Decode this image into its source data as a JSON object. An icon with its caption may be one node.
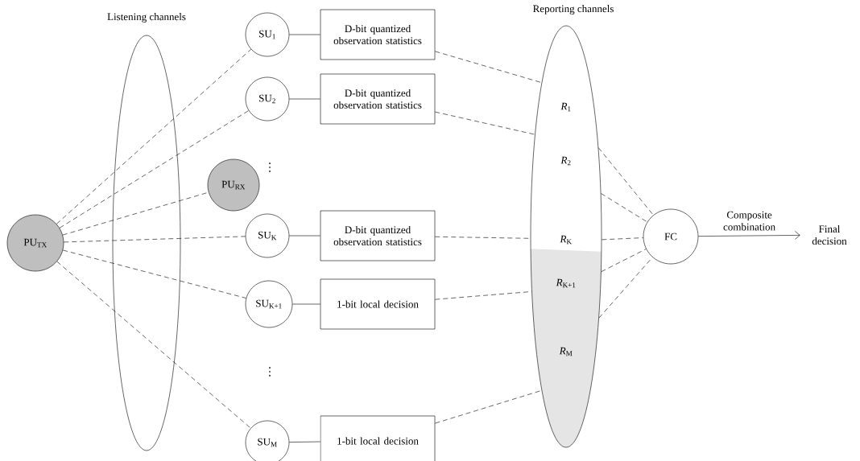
{
  "diagram": {
    "nodes": [
      {
        "text": [
          "PU$_{TX}$"
        ]
      },
      {
        "text": [
          "SU$_{1}$"
        ]
      },
      {
        "text": [
          "SU$_{2}$"
        ]
      },
      {
        "text": [
          "PU$_{RX}$"
        ]
      },
      {
        "text": [
          "SU$_{K}$"
        ]
      },
      {
        "text": [
          "SU$_{K+1}$"
        ]
      },
      {
        "text": [
          "SU$_{M}$"
        ]
      },
      {
        "text": [
          "D-bit quantized observation statistics"
        ]
      },
      {
        "text": [
          "D-bit quantized observation statistics"
        ]
      },
      {
        "text": [
          "D-bit quantized observation statistics"
        ]
      },
      {
        "text": [
          "1-bit local decision"
        ]
      },
      {
        "text": [
          "1-bit local decision"
        ]
      },
      {
        "text": [
          "Reporting channels",
          "*R*$_{1}$",
          "*R*$_{2}$",
          "*R*$_{K}$",
          "*R*$_{K+1}$",
          "*R*$_{M}$"
        ]
      },
      {
        "text": [
          "FC"
        ]
      },
      {
        "text": [
          "Final decision"
        ]
      }
    ],
    "edges": [
      {
        "from": 0,
        "to": 1,
        "arrow": "none",
        "style": "dashed"
      },
      {
        "from": 0,
        "to": 2,
        "arrow": "none",
        "style": "dashed"
      },
      {
        "from": 0,
        "to": 3,
        "arrow": "none",
        "style": "dashed"
      },
      {
        "from": 0,
        "to": 4,
        "arrow": "none",
        "style": "dashed"
      },
      {
        "from": 0,
        "to": 5,
        "arrow": "none",
        "style": "dashed"
      },
      {
        "from": 0,
        "to": 6,
        "arrow": "none",
        "style": "dashed"
      },
      {
        "from": 1,
        "to": 7,
        "arrow": "none"
      },
      {
        "from": 2,
        "to": 8,
        "arrow": "none"
      },
      {
        "from": 4,
        "to": 9,
        "arrow": "none"
      },
      {
        "from": 5,
        "to": 10,
        "arrow": "none"
      },
      {
        "from": 6,
        "to": 11,
        "arrow": "none"
      },
      {
        "from": 7,
        "to": 12,
        "arrow": "none",
        "style": "dashed"
      },
      {
        "from": 8,
        "to": 12,
        "arrow": "none",
        "style": "dashed"
      },
      {
        "from": 9,
        "to": 12,
        "arrow": "none",
        "style": "dashed"
      },
      {
        "from": 10,
        "to": 12,
        "arrow": "none",
        "style": "dashed"
      },
      {
        "from": 11,
        "to": 12,
        "arrow": "none",
        "style": "dashed"
      },
      {
        "from": 12,
        "to": 13,
        "arrow": "none",
        "style": "dashed"
      },
      {
        "from": 12,
        "to": 13,
        "arrow": "none",
        "style": "dashed"
      },
      {
        "from": 12,
        "to": 13,
        "arrow": "none",
        "style": "dashed"
      },
      {
        "from": 12,
        "to": 13,
        "arrow": "none",
        "style": "dashed"
      },
      {
        "from": 12,
        "to": 13,
        "arrow": "none",
        "style": "dashed"
      },
      {
        "from": 13,
        "to": 14,
        "arrow": "to",
        "label": "Composite combination"
      }
    ],
    "labels": [
      "Listening channels",
      "⋮",
      "⋮"
    ]
  }
}
